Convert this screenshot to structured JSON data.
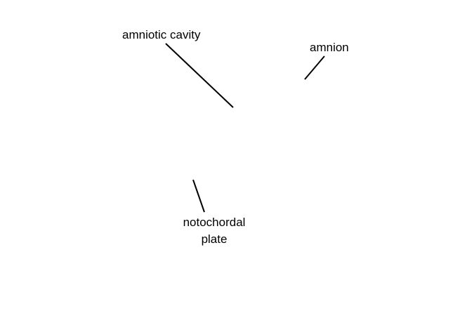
{
  "labels": {
    "amniotic_cavity": "amniotic cavity",
    "amnion": "amnion",
    "notochordal_plate_line1": "notochordal",
    "notochordal_plate_line2": "plate"
  },
  "colors": {
    "background": "#ffffff",
    "text": "#000000",
    "leader_lines": "#000000"
  }
}
